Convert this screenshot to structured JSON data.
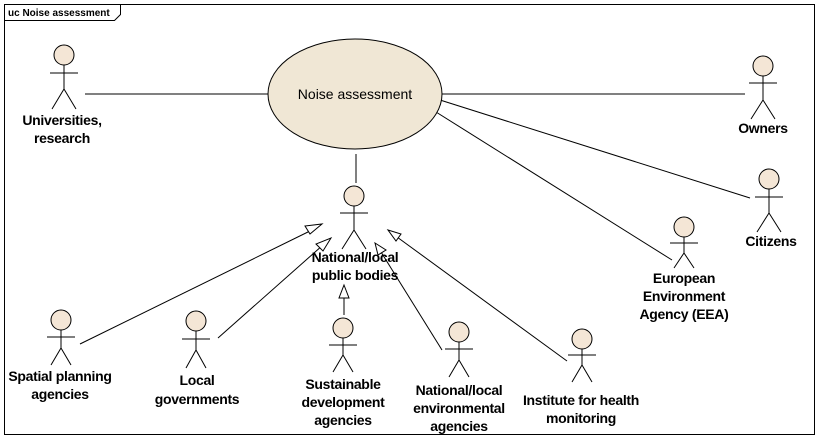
{
  "frame": {
    "title": "uc Noise assessment"
  },
  "use_case": {
    "label": "Noise assessment",
    "fill": "#f0e7d5"
  },
  "actors": {
    "universities": {
      "lines": [
        "Universities,",
        "research"
      ]
    },
    "owners": {
      "lines": [
        "Owners"
      ]
    },
    "citizens": {
      "lines": [
        "Citizens"
      ]
    },
    "eea": {
      "lines": [
        "European",
        "Environment",
        "Agency (EEA)"
      ]
    },
    "public_bodies": {
      "lines": [
        "National/local",
        "public bodies"
      ]
    },
    "spatial": {
      "lines": [
        "Spatial planning",
        "agencies"
      ]
    },
    "local_gov": {
      "lines": [
        "Local",
        "governments"
      ]
    },
    "sustainable": {
      "lines": [
        "Sustainable",
        "development",
        "agencies"
      ]
    },
    "env_agencies": {
      "lines": [
        "National/local",
        "environmental",
        "agencies"
      ]
    },
    "health": {
      "lines": [
        "Institute for health",
        "monitoring"
      ]
    }
  }
}
